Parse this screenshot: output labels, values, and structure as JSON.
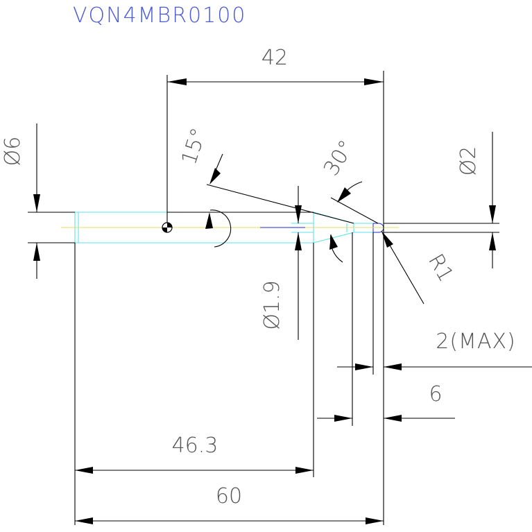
{
  "drawing": {
    "part_number": "VQN4MBR0100",
    "part_number_color": "#4a5ad8",
    "dimensions": {
      "shank_length": "42",
      "shank_diameter": "Ø6",
      "taper_angle": "15°",
      "tip_angle": "30°",
      "tip_diameter": "Ø2",
      "neck_diameter": "Ø1.9",
      "corner_radius": "R1",
      "flute_length": "2(MAX)",
      "neck_length": "6",
      "body_length": "46.3",
      "overall_length": "60"
    },
    "colors": {
      "outline": "#5de3e8",
      "center_line": "#e7d86a",
      "dimension": "#000000",
      "text": "#555555"
    }
  }
}
